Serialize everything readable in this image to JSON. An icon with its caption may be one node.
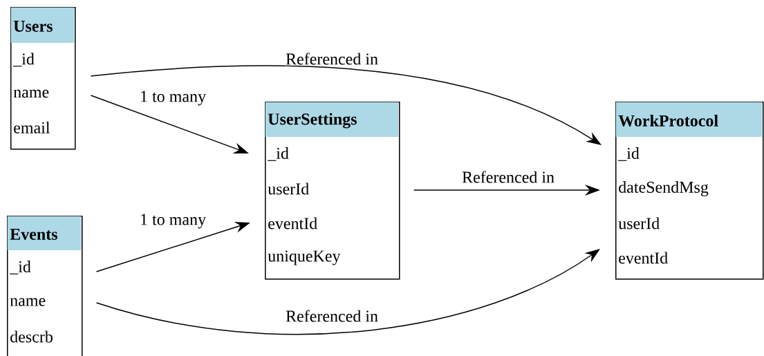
{
  "diagram": {
    "nodes": [
      {
        "text": [
          "Users",
          "_id",
          "name",
          "email"
        ]
      },
      {
        "text": [
          "UserSettings",
          "_id",
          "userId",
          "eventId",
          "uniqueKey"
        ]
      },
      {
        "text": [
          "WorkProtocol",
          "_id",
          "dateSendMsg",
          "userId",
          "eventId"
        ]
      },
      {
        "text": [
          "Events",
          "_id",
          "name",
          "descrb"
        ]
      }
    ],
    "edges": [
      {
        "from": 0,
        "to": 2,
        "arrow": "to",
        "label": "Referenced in"
      },
      {
        "from": 0,
        "to": 1,
        "arrow": "to",
        "label": "1 to many"
      },
      {
        "from": 3,
        "to": 1,
        "arrow": "to",
        "label": "1 to many"
      },
      {
        "from": 1,
        "to": 2,
        "arrow": "to",
        "label": "Referenced in"
      },
      {
        "from": 3,
        "to": 2,
        "arrow": "to",
        "label": "Referenced in"
      }
    ]
  }
}
